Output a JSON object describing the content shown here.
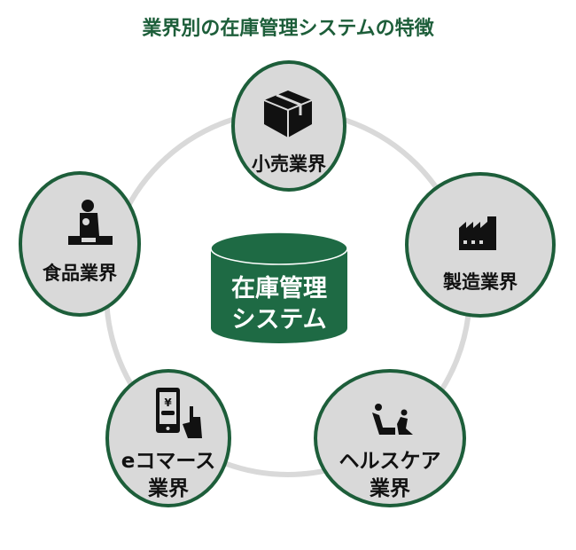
{
  "title": "業界別の在庫管理システムの特徴",
  "center": {
    "line1": "在庫管理",
    "line2": "システム"
  },
  "nodes": [
    {
      "label": "小売業界",
      "icon": "package-box-icon"
    },
    {
      "label": "製造業界",
      "icon": "factory-icon"
    },
    {
      "label_line1": "ヘルスケア",
      "label_line2": "業界",
      "icon": "caregiver-wheelchair-icon"
    },
    {
      "label_line1": "eコマース",
      "label_line2": "業界",
      "icon": "smartphone-payment-icon",
      "icon_text": "¥"
    },
    {
      "label": "食品業界",
      "icon": "food-worker-icon"
    }
  ],
  "colors": {
    "accent": "#1d5e3a",
    "cylinder": "#1e6a44",
    "node_fill": "#d9d9d9",
    "ring": "#d9d9d9"
  }
}
